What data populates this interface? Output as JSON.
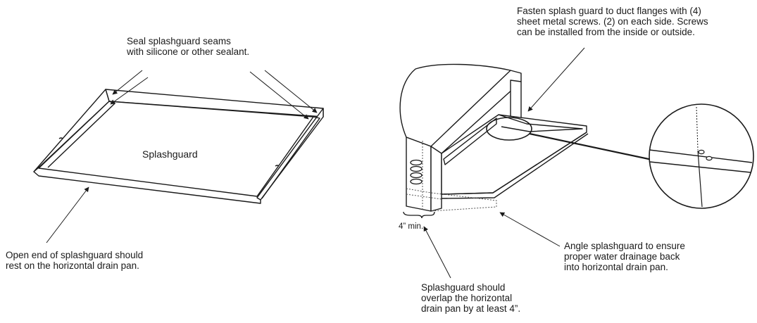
{
  "diagram": {
    "labels": {
      "splashguard": "Splashguard",
      "min_overlap": "4” min."
    },
    "callouts": {
      "seal": "Seal splashguard seams\nwith silicone or other sealant.",
      "fasten": "Fasten splash guard to duct flanges with (4)\nsheet metal screws. (2) on each side. Screws\ncan be installed from the inside or outside.",
      "open_end": "Open end of splashguard should\nrest on the horizontal drain pan.",
      "angle": "Angle splashguard to ensure\nproper water drainage back\ninto horizontal drain pan.",
      "overlap": "Splashguard should\noverlap the horizontal\ndrain pan by at least 4”."
    }
  }
}
